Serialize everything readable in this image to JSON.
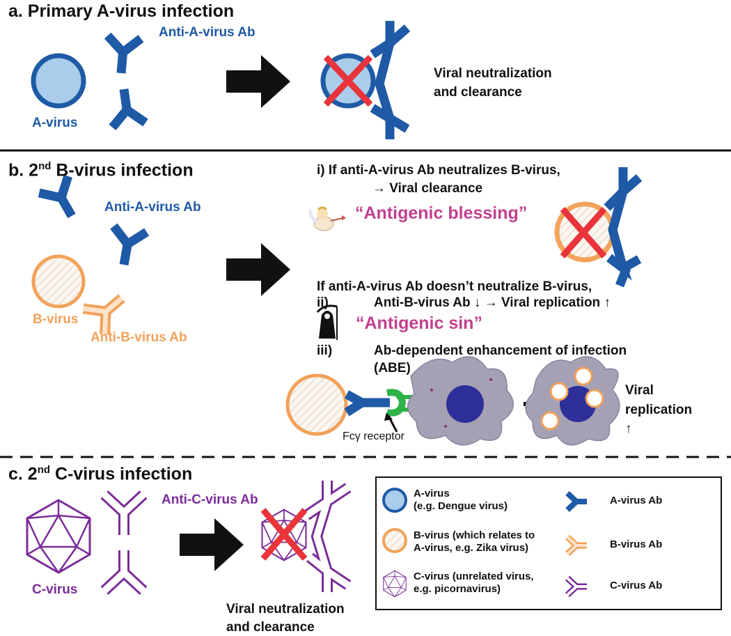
{
  "panel_a": {
    "title": "a.  Primary A-virus infection",
    "antibody_label": "Anti-A-virus Ab",
    "virus_label": "A-virus",
    "outcome": [
      "Viral neutralization",
      "and clearance"
    ]
  },
  "panel_b": {
    "title_prefix": "b.  2",
    "title_sup": "nd",
    "title_suffix": " B-virus infection",
    "antibody_a_label": "Anti-A-virus Ab",
    "virus_label": "B-virus",
    "antibody_b_label": "Anti-B-virus Ab",
    "case_i_line1": "i)  If anti-A-virus Ab neutralizes B-virus,",
    "case_i_line2": "→  Viral clearance",
    "blessing": "“Antigenic blessing”",
    "case_not": "If anti-A-virus Ab doesn’t neutralize B-virus,",
    "case_ii_marker": "ii)",
    "case_ii_text": "Anti-B-virus Ab ↓ →  Viral replication ↑",
    "sin": "“Antigenic sin”",
    "case_iii_marker": "iii)",
    "case_iii_line1": "Ab-dependent enhancement of infection",
    "case_iii_line2": "(ABE)",
    "receptor_label": "Fcγ receptor",
    "replication": [
      "Viral",
      "replication",
      "↑"
    ]
  },
  "panel_c": {
    "title_prefix": "c.  2",
    "title_sup": "nd",
    "title_suffix": " C-virus infection",
    "antibody_label": "Anti-C-virus Ab",
    "virus_label": "C-virus",
    "outcome": [
      "Viral neutralization",
      "and clearance"
    ]
  },
  "legend": {
    "items": [
      {
        "virus": [
          "A-virus",
          "(e.g. Dengue virus)"
        ],
        "ab": "A-virus Ab"
      },
      {
        "virus": [
          "B-virus (which relates to",
          "A-virus, e.g. Zika virus)"
        ],
        "ab": "B-virus Ab"
      },
      {
        "virus": [
          "C-virus (unrelated virus,",
          "e.g. picornavirus)"
        ],
        "ab": "C-virus Ab"
      }
    ]
  },
  "colors": {
    "a_virus_fill": "#a9cdea",
    "a_virus_stroke": "#1f5aa6",
    "b_virus_stroke": "#f2a25a",
    "c_virus": "#7b2d98",
    "cross": "#e8343a",
    "arrow": "#111111",
    "blessing": "#c2408f",
    "cell": "#a6a0b4",
    "nucleus": "#2f2f9a",
    "receptor": "#2db34a"
  },
  "icons": [
    "cupid-icon",
    "grim-reaper-icon"
  ]
}
